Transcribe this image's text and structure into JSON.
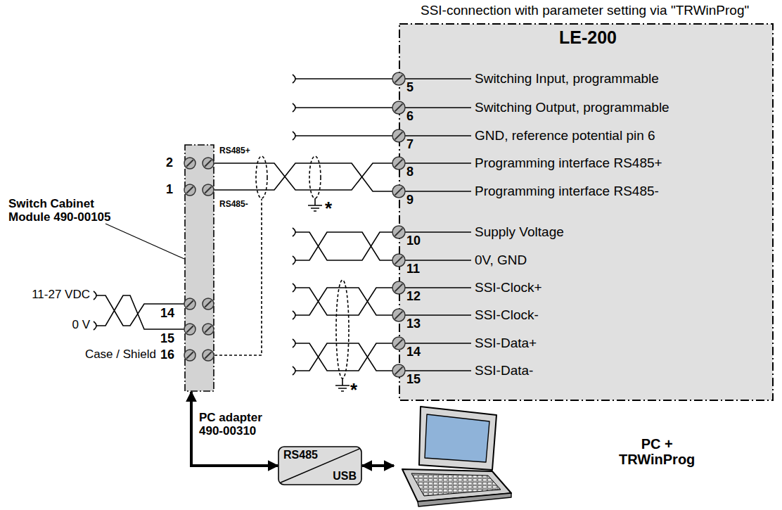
{
  "diagram": {
    "title": "SSI-connection with parameter setting via \"TRWinProg\"",
    "nodes": [
      {
        "text": [
          "LE-200"
        ]
      },
      {
        "text": [
          "Switch Cabinet Module 490-00105"
        ]
      },
      {
        "text": [
          "PC adapter 490-00310",
          "RS485",
          "USB"
        ]
      },
      {
        "text": [
          "PC + TRWinProg"
        ]
      }
    ],
    "edges": [
      {
        "from": 1,
        "to": 2,
        "arrow": "both"
      },
      {
        "from": 2,
        "to": 3,
        "arrow": "both"
      },
      {
        "from": 1,
        "to": 0,
        "arrow": "none"
      },
      {
        "from": 1,
        "to": 0,
        "arrow": "none"
      }
    ],
    "labels": [
      "5",
      "Switching Input, programmable",
      "6",
      "Switching Output, programmable",
      "7",
      "GND, reference potential pin 6",
      "8",
      "Programming interface RS485+",
      "9",
      "Programming interface RS485-",
      "10",
      "Supply Voltage",
      "11",
      "0V, GND",
      "12",
      "SSI-Clock+",
      "13",
      "SSI-Clock-",
      "14",
      "SSI-Data+",
      "15",
      "SSI-Data-",
      "2",
      "1",
      "14",
      "15",
      "16",
      "RS485+",
      "RS485-",
      "11-27 VDC",
      "0 V",
      "Case / Shield",
      "*",
      "*"
    ]
  }
}
